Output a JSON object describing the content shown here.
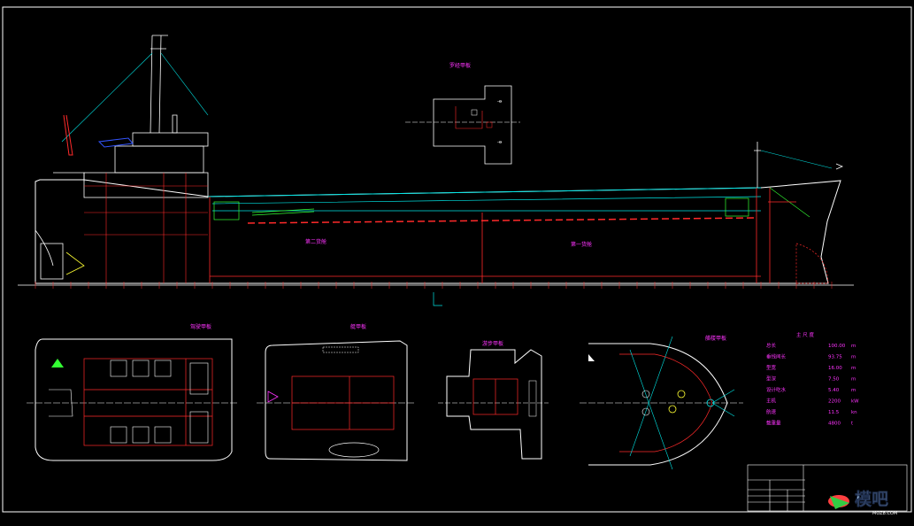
{
  "drawing": {
    "background": "#000000",
    "colors": {
      "hull": "#ffffff",
      "frame": "#ff2a2a",
      "deck": "#00e5e5",
      "text": "#ff33ff",
      "green": "#33ff33",
      "blue": "#3355ff",
      "yellow": "#ffff33"
    }
  },
  "profile": {
    "hold_labels": [
      "第二货舱",
      "第一货舱"
    ]
  },
  "views": [
    {
      "id": "v1",
      "title": "罗经甲板"
    },
    {
      "id": "v2",
      "title": "驾驶甲板"
    },
    {
      "id": "v3",
      "title": "艇甲板"
    },
    {
      "id": "v4",
      "title": "游步甲板"
    },
    {
      "id": "v5",
      "title": "艏楼甲板"
    }
  ],
  "specs": {
    "title": "主 尺 度",
    "rows": [
      {
        "label": "总长",
        "value": "100.00",
        "unit": "m"
      },
      {
        "label": "垂线间长",
        "value": "93.75",
        "unit": "m"
      },
      {
        "label": "型宽",
        "value": "16.00",
        "unit": "m"
      },
      {
        "label": "型深",
        "value": "7.50",
        "unit": "m"
      },
      {
        "label": "设计吃水",
        "value": "5.40",
        "unit": "m"
      },
      {
        "label": "主机",
        "value": "2200",
        "unit": "kW"
      },
      {
        "label": "航速",
        "value": "11.5",
        "unit": "kn"
      },
      {
        "label": "载重量",
        "value": "4800",
        "unit": "t"
      }
    ]
  },
  "watermark": {
    "text": "模吧",
    "sub": "MOZ8.COM"
  }
}
